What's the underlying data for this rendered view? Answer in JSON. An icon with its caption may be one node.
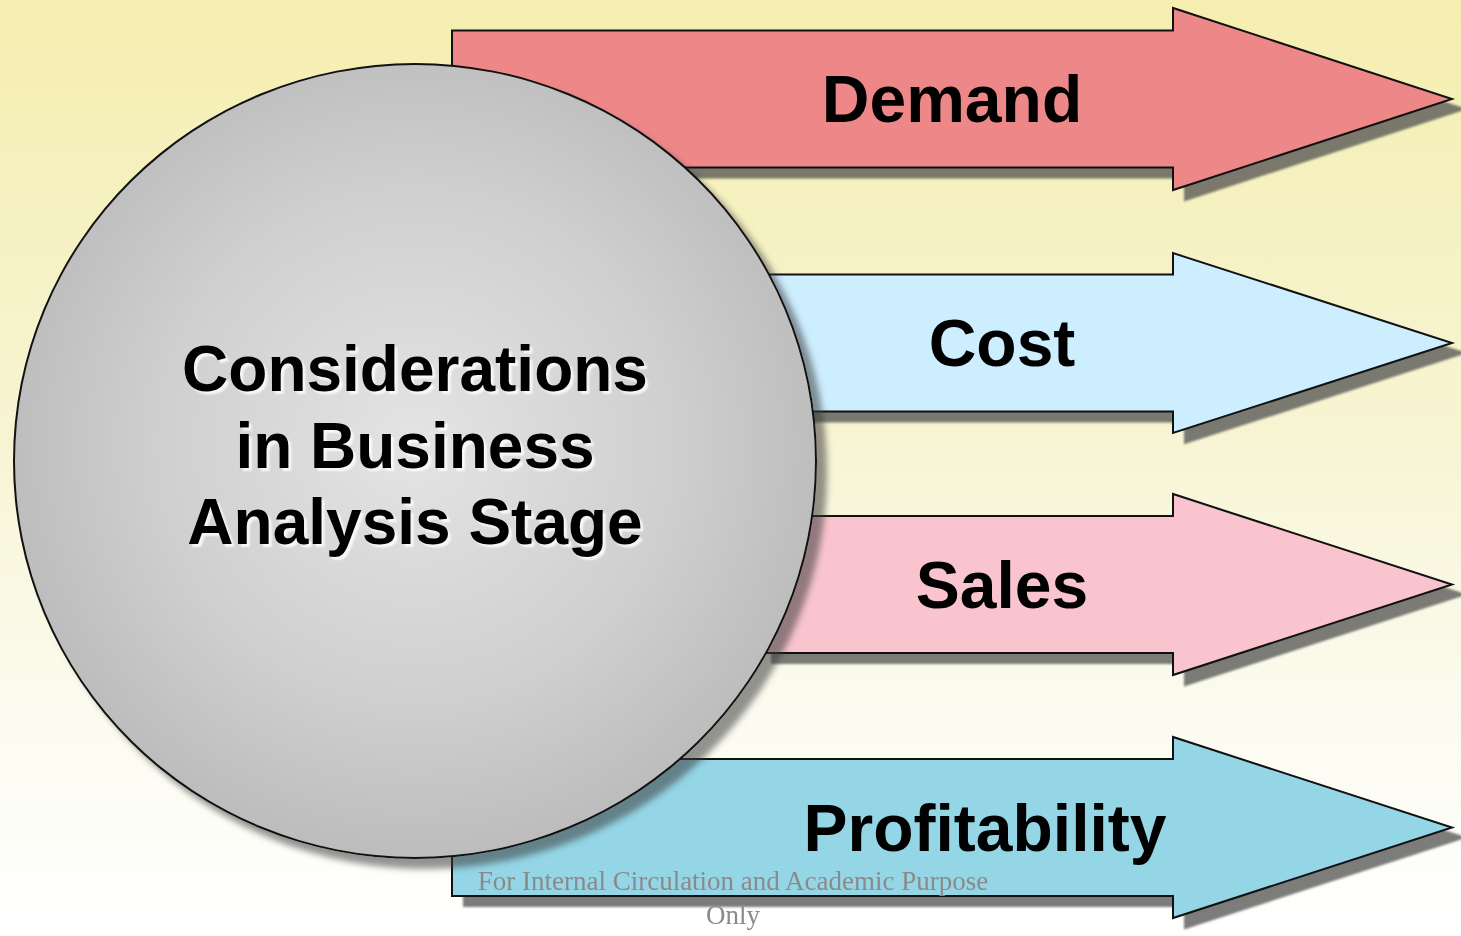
{
  "diagram": {
    "nodes": [
      {
        "text": [
          "Considerations in Business Analysis Stage"
        ]
      },
      {
        "text": [
          "Demand"
        ]
      },
      {
        "text": [
          "Cost"
        ]
      },
      {
        "text": [
          "Sales"
        ]
      },
      {
        "text": [
          "Profitability"
        ]
      }
    ],
    "labels": [
      "For Internal Circulation and Academic Purpose Only"
    ]
  }
}
